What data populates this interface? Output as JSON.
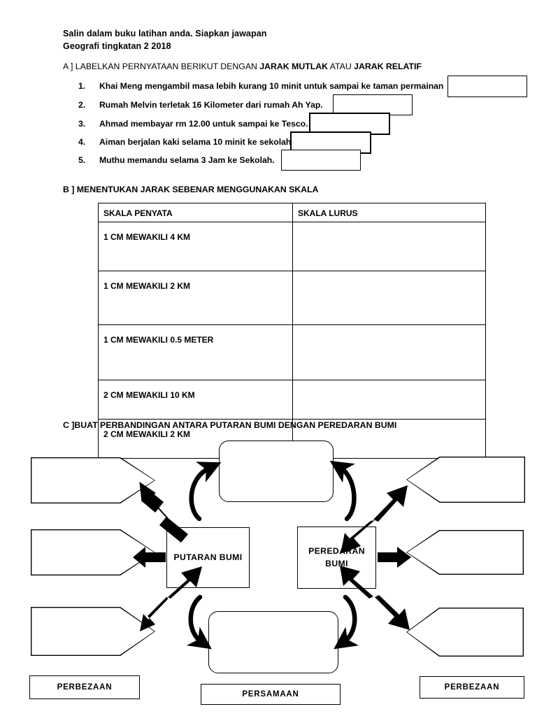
{
  "header": {
    "line1": "Salin dalam buku latihan anda. Siapkan jawapan",
    "line2": "Geografi tingkatan 2 2018"
  },
  "section_a": {
    "title_prefix": "A ] LABELKAN PERNYATAAN BERIKUT DENGAN ",
    "title_bold1": "JARAK MUTLAK",
    "title_mid": " ATAU ",
    "title_bold2": "JARAK RELATIF",
    "items": [
      {
        "num": "1.",
        "text": "Khai Meng mengambil masa lebih kurang 10 minit untuk sampai ke taman permainan"
      },
      {
        "num": "2.",
        "text": "Rumah Melvin terletak 16 Kilometer dari rumah Ah Yap."
      },
      {
        "num": "3.",
        "text": "Ahmad membayar rm 12.00 untuk sampai ke Tesco."
      },
      {
        "num": "4.",
        "text": "Aiman berjalan kaki selama 10 minit ke sekolah."
      },
      {
        "num": "5.",
        "text": "Muthu memandu selama 3 Jam ke Sekolah."
      }
    ],
    "answer_boxes": [
      "",
      "",
      "",
      "",
      ""
    ]
  },
  "section_b": {
    "title": "B ] MENENTUKAN JARAK SEBENAR MENGGUNAKAN SKALA",
    "columns": [
      "SKALA PENYATA",
      "SKALA LURUS"
    ],
    "rows": [
      {
        "skala_penyata": "1 CM MEWAKILI 4 KM",
        "skala_lurus": ""
      },
      {
        "skala_penyata": "1 CM MEWAKILI 2 KM",
        "skala_lurus": ""
      },
      {
        "skala_penyata": "1 CM MEWAKILI 0.5 METER",
        "skala_lurus": ""
      },
      {
        "skala_penyata": "2 CM MEWAKILI 10 KM",
        "skala_lurus": ""
      },
      {
        "skala_penyata": "2 CM MEWAKILI 2 KM",
        "skala_lurus": ""
      }
    ]
  },
  "section_c": {
    "title": "C ]BUAT PERBANDINGAN ANTARA PUTARAN BUMI DENGAN PEREDARAN BUMI",
    "center_left": "PUTARAN BUMI",
    "center_right": "PEREDARAN\nBUMI",
    "center_right_line1": "PEREDARAN",
    "center_right_line2": "BUMI",
    "top_box": "",
    "bottom_box": "",
    "left_boxes": [
      "",
      "",
      ""
    ],
    "right_boxes": [
      "",
      "",
      ""
    ],
    "label_left": "PERBEZAAN",
    "label_center": "PERSAMAAN",
    "label_right": "PERBEZAAN"
  },
  "colors": {
    "ink": "#000000",
    "paper": "#ffffff"
  }
}
